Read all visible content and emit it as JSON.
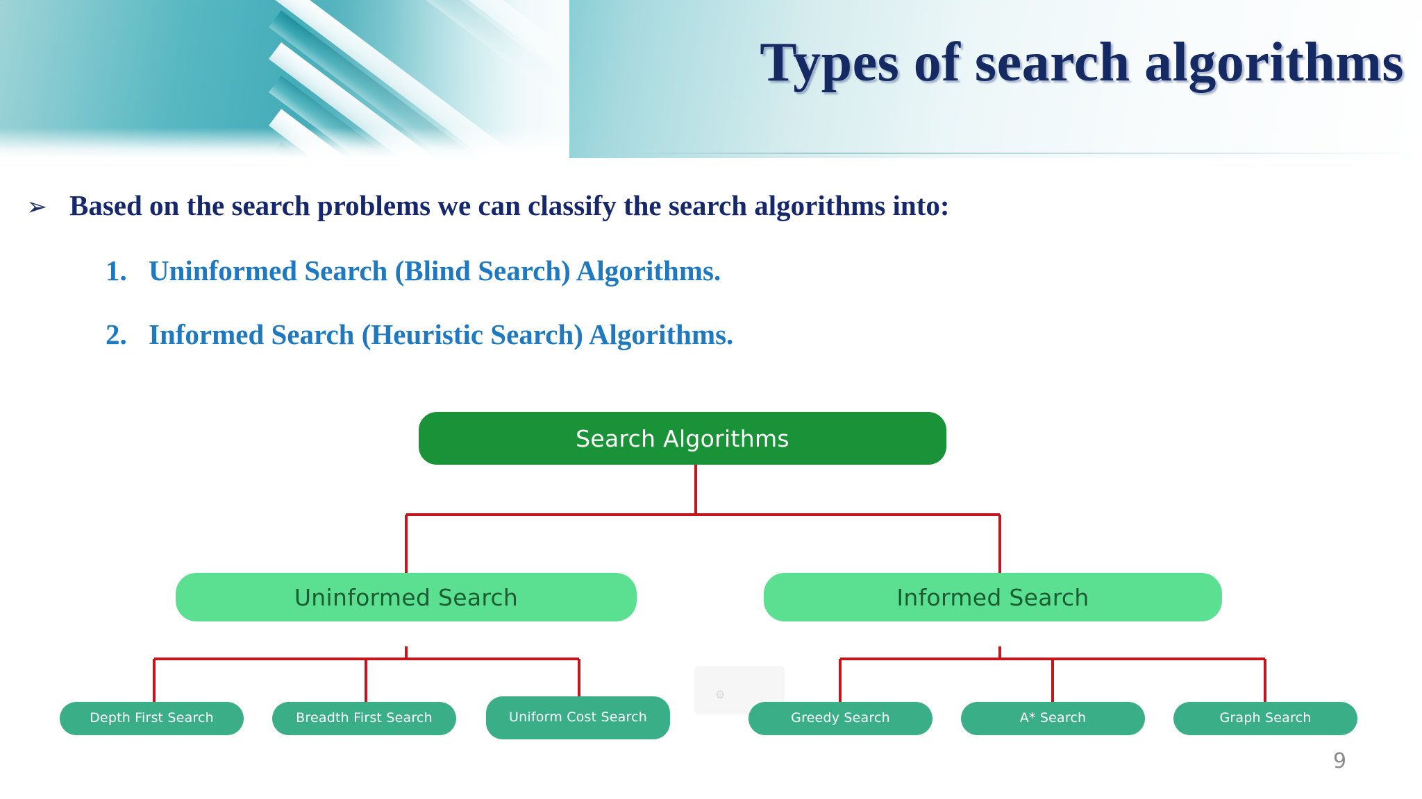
{
  "slide": {
    "title": "Types of search algorithms",
    "page_number": "9",
    "accent_navy": "#16286b",
    "accent_blue": "#1f79c0",
    "banner_teal": "#3fa9b6"
  },
  "body": {
    "bullet_glyph": "➢",
    "bullet_text": "Based on the search problems we can classify the search algorithms into:",
    "items": [
      {
        "marker": "1.",
        "text": "Uninformed Search (Blind Search) Algorithms."
      },
      {
        "marker": "2.",
        "text": "Informed Search (Heuristic Search) Algorithms."
      }
    ]
  },
  "diagram": {
    "type": "tree",
    "root": {
      "label": "Search Algorithms",
      "color": "#1a9338",
      "text_color": "#ffffff"
    },
    "level2": [
      {
        "label": "Uninformed Search",
        "color": "#5bdf91",
        "text_color": "#1b5c33"
      },
      {
        "label": "Informed Search",
        "color": "#5bdf91",
        "text_color": "#1b5c33"
      }
    ],
    "leaves_left": [
      {
        "label": "Depth First Search",
        "color": "#3aae87",
        "text_color": "#ffffff"
      },
      {
        "label": "Breadth First Search",
        "color": "#3aae87",
        "text_color": "#ffffff"
      },
      {
        "label": "Uniform Cost Search",
        "color": "#3aae87",
        "text_color": "#ffffff"
      }
    ],
    "leaves_right": [
      {
        "label": "Greedy Search",
        "color": "#3aae87",
        "text_color": "#ffffff"
      },
      {
        "label": "A* Search",
        "color": "#3aae87",
        "text_color": "#ffffff"
      },
      {
        "label": "Graph Search",
        "color": "#3aae87",
        "text_color": "#ffffff"
      }
    ],
    "connector_color": "#c4161c"
  }
}
